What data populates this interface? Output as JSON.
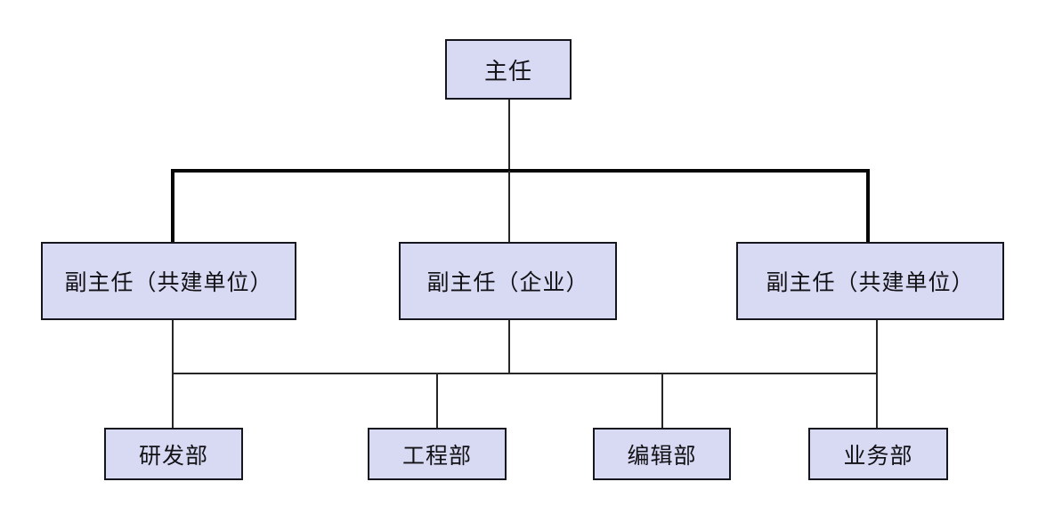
{
  "diagram": {
    "type": "org-chart",
    "nodes": {
      "director": {
        "label": "主任"
      },
      "deputies": [
        {
          "label": "副主任（共建单位）"
        },
        {
          "label": "副主任（企业）"
        },
        {
          "label": "副主任（共建单位）"
        }
      ],
      "departments": [
        {
          "label": "研发部"
        },
        {
          "label": "工程部"
        },
        {
          "label": "编辑部"
        },
        {
          "label": "业务部"
        }
      ]
    },
    "colors": {
      "background": "#ffffff",
      "box_fill": "#d8d9f3",
      "box_border": "#16161e",
      "line_thin": "#262626",
      "line_thick": "#060606",
      "text": "#121216"
    }
  }
}
